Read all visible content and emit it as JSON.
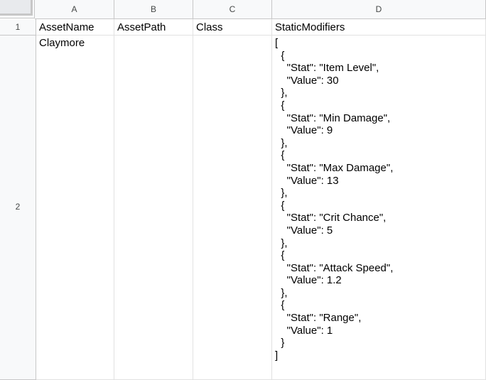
{
  "columns": [
    "A",
    "B",
    "C",
    "D"
  ],
  "rows": [
    "1",
    "2"
  ],
  "header_row": {
    "a": "AssetName",
    "b": "AssetPath",
    "c": "Class",
    "d": "StaticModifiers"
  },
  "data_row": {
    "a": "Claymore",
    "b": "",
    "c": "",
    "d": "[\n  {\n    \"Stat\": \"Item Level\",\n    \"Value\": 30\n  },\n  {\n    \"Stat\": \"Min Damage\",\n    \"Value\": 9\n  },\n  {\n    \"Stat\": \"Max Damage\",\n    \"Value\": 13\n  },\n  {\n    \"Stat\": \"Crit Chance\",\n    \"Value\": 5\n  },\n  {\n    \"Stat\": \"Attack Speed\",\n    \"Value\": 1.2\n  },\n  {\n    \"Stat\": \"Range\",\n    \"Value\": 1\n  }\n]"
  }
}
